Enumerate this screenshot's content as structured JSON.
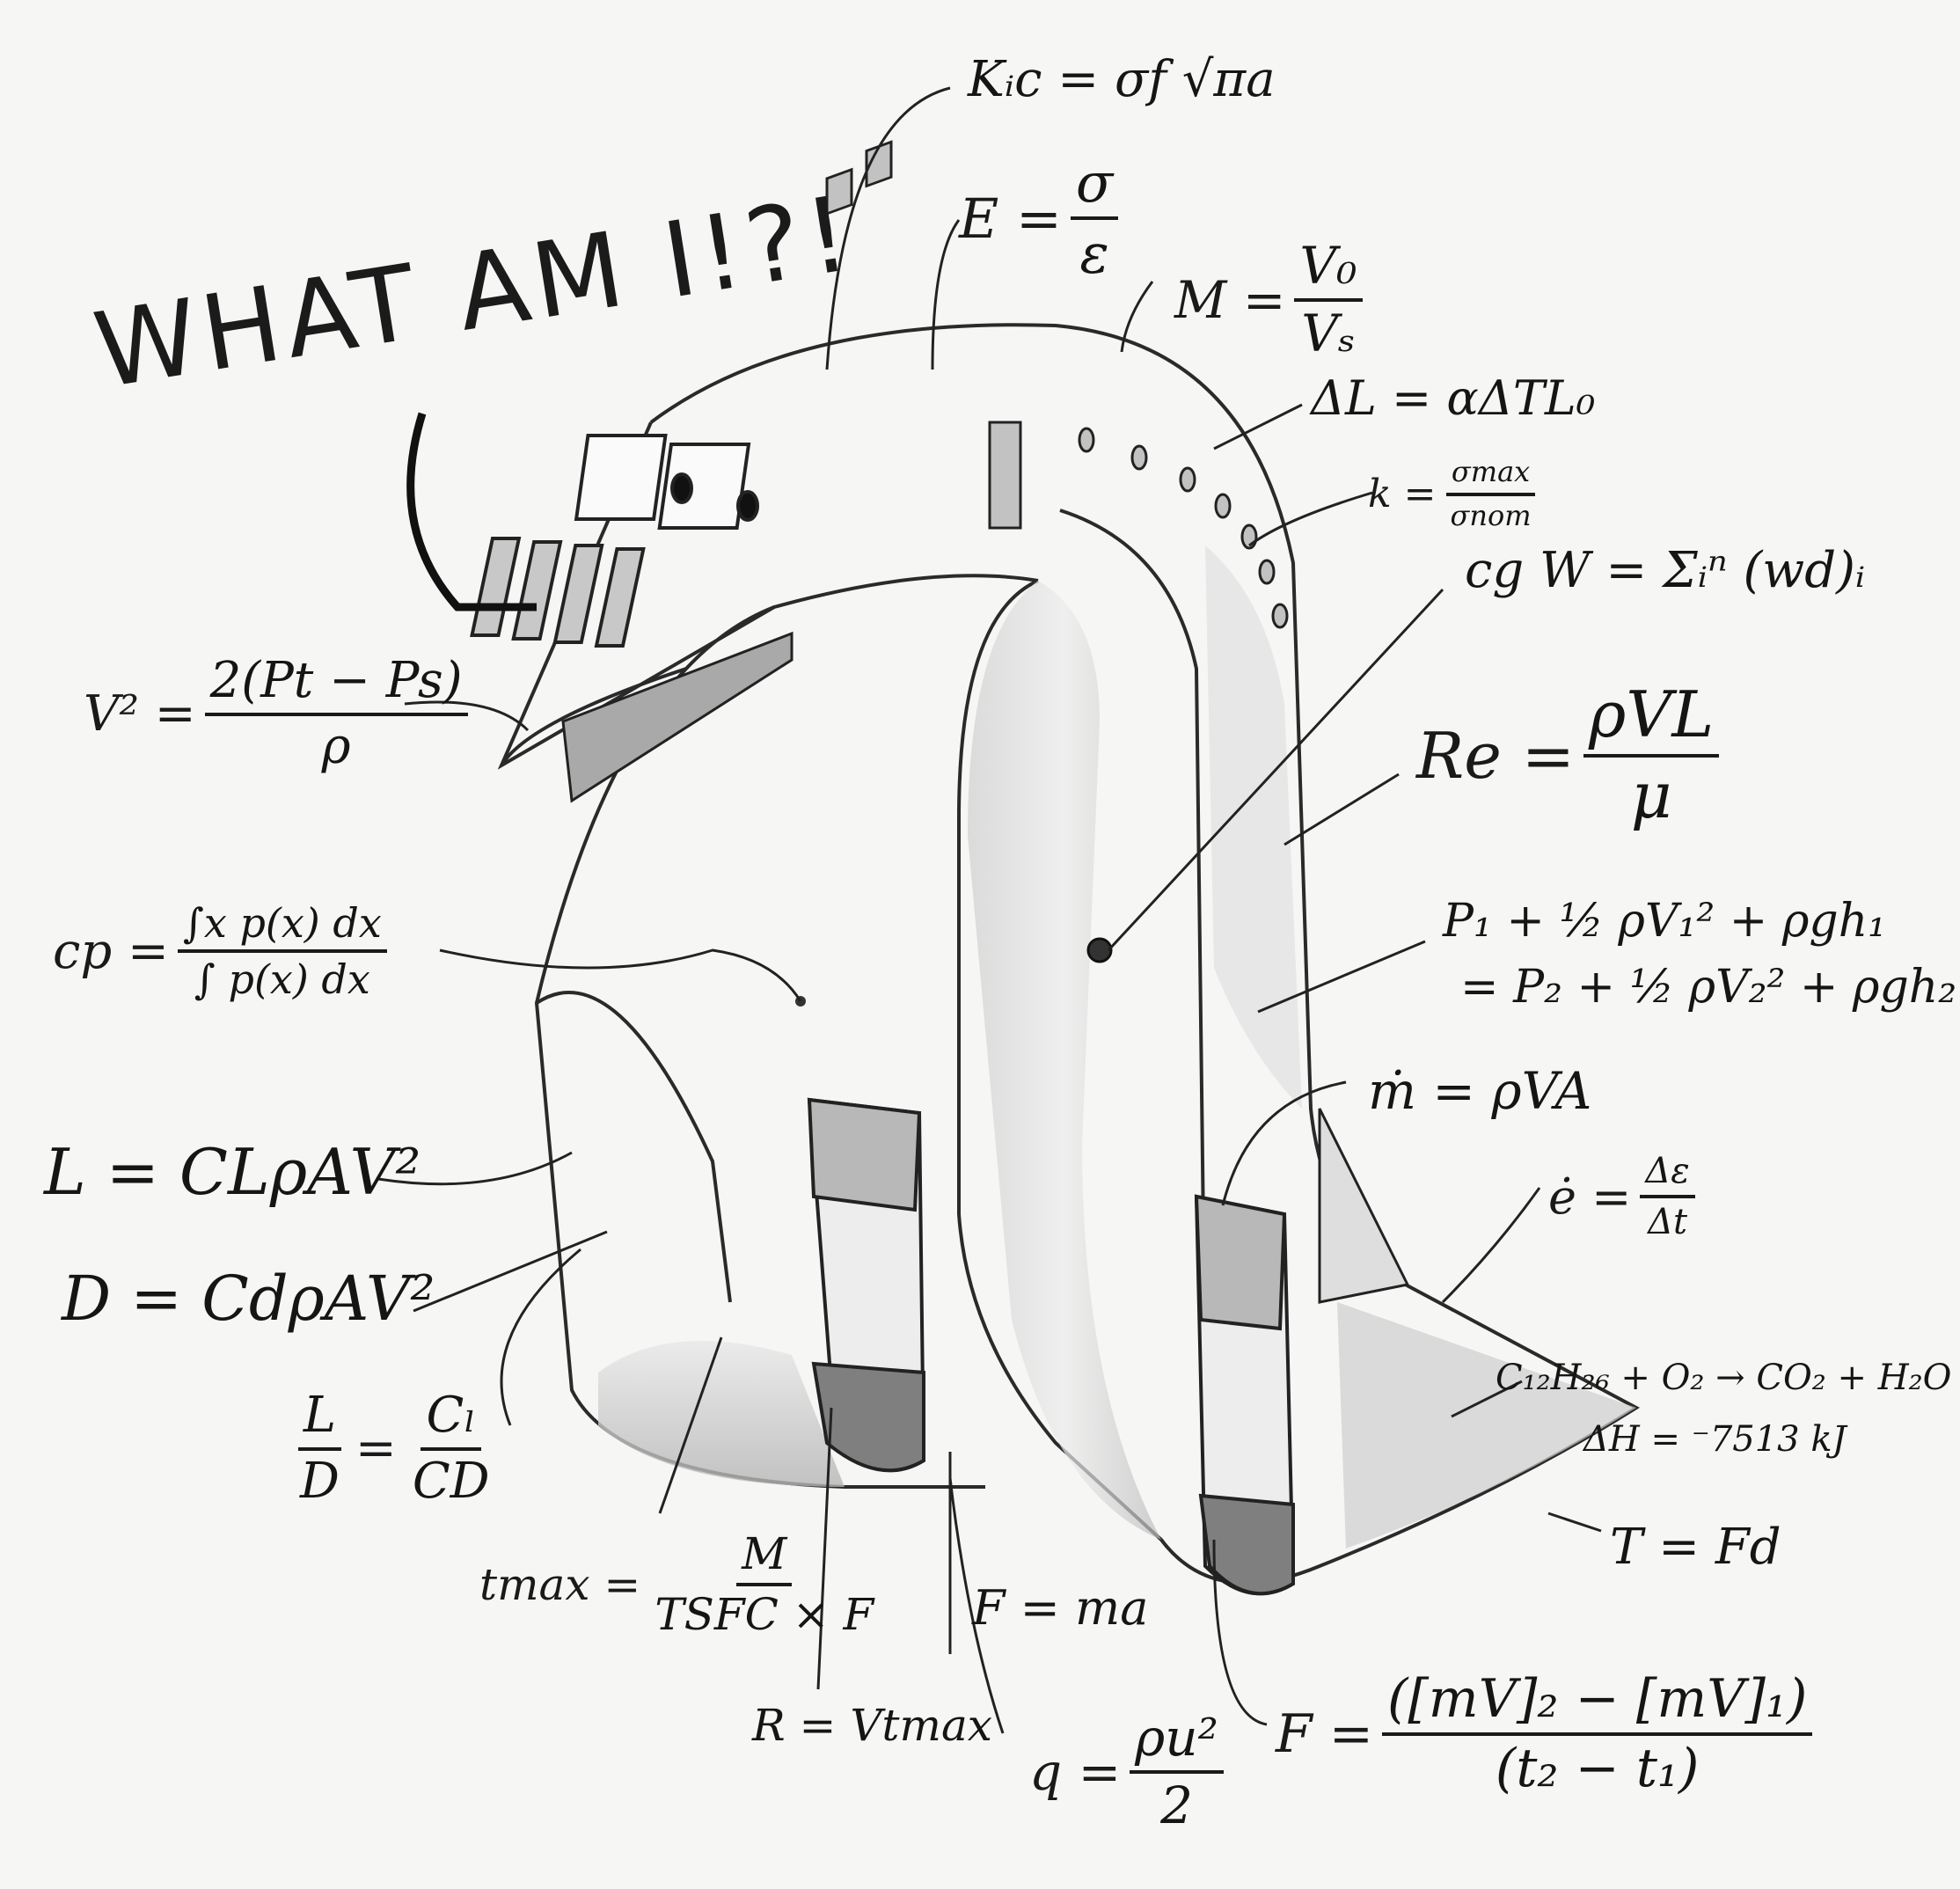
{
  "title": "WHAT AM I!?!",
  "equations": {
    "fracture": "Kᵢc = σf √πa",
    "youngs_modulus": {
      "lhs": "E =",
      "num": "σ",
      "den": "ε"
    },
    "mach": {
      "lhs": "M =",
      "num": "V₀",
      "den": "Vₛ"
    },
    "thermal_expansion": "ΔL = αΔTL₀",
    "stress_concentration": {
      "lhs": "k =",
      "num": "σmax",
      "den": "σnom"
    },
    "center_of_gravity": "cg W = Σᵢⁿ (wd)ᵢ",
    "reynolds": {
      "lhs": "Re =",
      "num": "ρVL",
      "den": "μ"
    },
    "bernoulli_line1": "P₁ + ½ ρV₁² + ρgh₁",
    "bernoulli_line2": "= P₂ + ½ ρV₂² + ρgh₂",
    "mass_flow": "ṁ = ρVA",
    "strain_rate": {
      "lhs": "ė =",
      "num": "Δε",
      "den": "Δt"
    },
    "combustion_line1": "C₁₂H₂₆ + O₂ → CO₂ + H₂O",
    "combustion_line2": "ΔH = ⁻7513 kJ",
    "torque": "T = Fd",
    "momentum": {
      "lhs": "F =",
      "num": "([mV]₂ − [mV]₁)",
      "den": "(t₂ − t₁)"
    },
    "dynamic_pressure": {
      "lhs": "q =",
      "num": "ρu²",
      "den": "2"
    },
    "newton": "F = ma",
    "range": "R = Vtmax",
    "endurance": {
      "lhs": "tmax =",
      "num": "M",
      "den": "TSFC × F"
    },
    "lift_drag_ratio": {
      "num_l": "L",
      "den_l": "D",
      "eq": "=",
      "num_r": "Cₗ",
      "den_r": "CD"
    },
    "drag": "D = CdρAV²",
    "lift": "L = CLρAV²",
    "center_of_pressure": {
      "lhs": "cp =",
      "num": "∫x p(x) dx",
      "den": "∫ p(x) dx"
    },
    "airspeed": {
      "lhs": "V² =",
      "num": "2(Pt − Ps)",
      "den": "ρ"
    }
  },
  "colors": {
    "paper": "#f6f6f5",
    "pencil": "#1a1a1a",
    "shade_light": "#d9d9d9",
    "shade_dark": "#8f8f8f"
  }
}
